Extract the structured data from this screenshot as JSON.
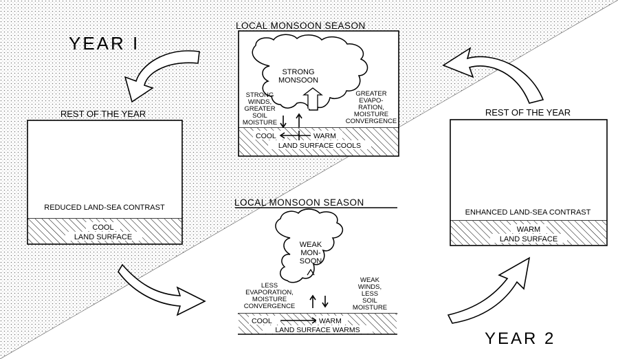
{
  "labels": {
    "year1": "YEAR I",
    "year2": "YEAR 2"
  },
  "top_panel": {
    "title": "LOCAL  MONSOON  SEASON",
    "cloud_text": [
      "STRONG",
      "MONSOON"
    ],
    "left_text": [
      "STRONG",
      "WINDS,",
      "GREATER",
      "SOIL",
      "MOISTURE"
    ],
    "right_text": [
      "GREATER",
      "EVAPO-",
      "RATION,",
      "MOISTURE",
      "CONVERGENCE"
    ],
    "cool_label": "COOL",
    "warm_label": "WARM",
    "surface_label": "LAND SURFACE COOLS"
  },
  "bottom_panel": {
    "title": "LOCAL  MONSOON  SEASON",
    "cloud_text": [
      "WEAK",
      "MON-",
      "SOON"
    ],
    "left_text": [
      "LESS",
      "EVAPORATION,",
      "MOISTURE",
      "CONVERGENCE"
    ],
    "right_text": [
      "WEAK",
      "WINDS,",
      "LESS",
      "SOIL",
      "MOISTURE"
    ],
    "cool_label": "COOL",
    "warm_label": "WARM",
    "surface_label": "LAND SURFACE WARMS"
  },
  "left_panel": {
    "title": "REST OF THE YEAR",
    "contrast_label": "REDUCED LAND-SEA CONTRAST",
    "surface_line1": "COOL",
    "surface_line2": "LAND SURFACE"
  },
  "right_panel": {
    "title": "REST OF THE YEAR",
    "contrast_label": "ENHANCED LAND-SEA CONTRAST",
    "surface_line1": "WARM",
    "surface_line2": "LAND SURFACE"
  },
  "colors": {
    "ink": "#000000",
    "dot_pattern": "#7a7a7a",
    "background": "#ffffff"
  }
}
